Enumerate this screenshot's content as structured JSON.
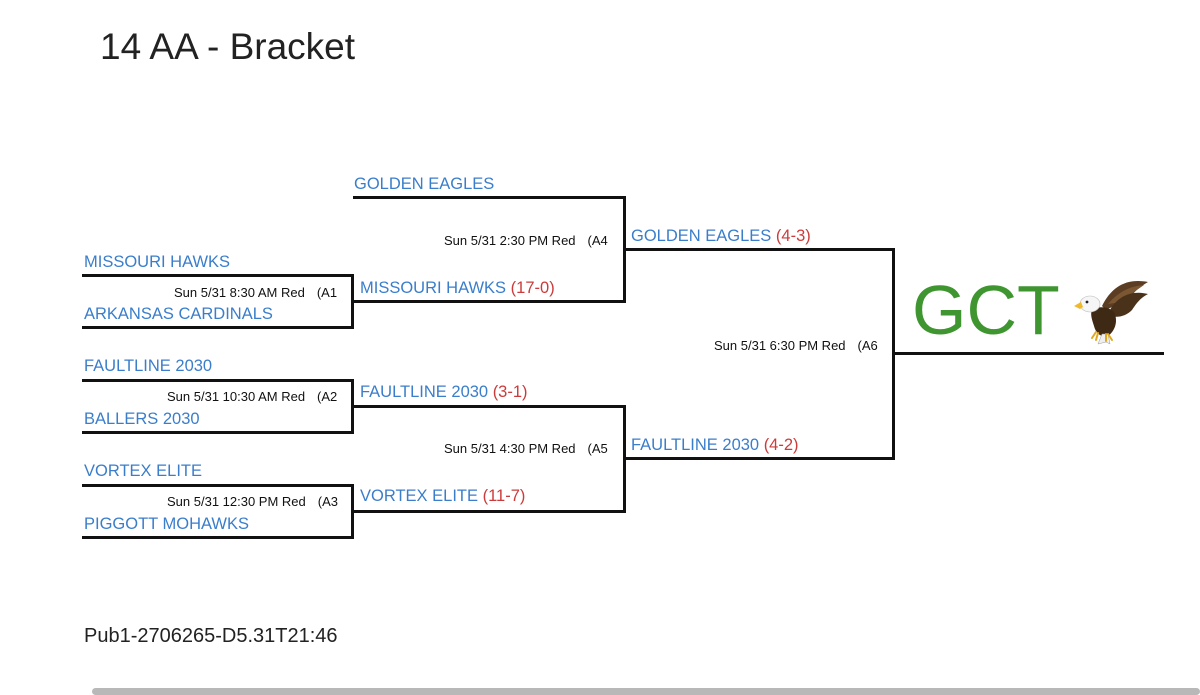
{
  "title": "14 AA - Bracket",
  "round1": {
    "game_a1": {
      "top_team": "MISSOURI HAWKS",
      "bottom_team": "ARKANSAS CARDINALS",
      "info": "Sun 5/31 8:30 AM Red",
      "id": "(A1"
    },
    "game_a2": {
      "top_team": "FAULTLINE 2030",
      "bottom_team": "BALLERS 2030",
      "info": "Sun 5/31 10:30 AM Red",
      "id": "(A2"
    },
    "game_a3": {
      "top_team": "VORTEX ELITE",
      "bottom_team": "PIGGOTT MOHAWKS",
      "info": "Sun 5/31 12:30 PM Red",
      "id": "(A3"
    }
  },
  "round2": {
    "bye_team": "GOLDEN EAGLES",
    "a1_winner": {
      "team": "MISSOURI HAWKS",
      "score": "(17-0)"
    },
    "a2_winner": {
      "team": "FAULTLINE 2030",
      "score": "(3-1)"
    },
    "a3_winner": {
      "team": "VORTEX ELITE",
      "score": "(11-7)"
    },
    "game_a4": {
      "info": "Sun 5/31 2:30 PM Red",
      "id": "(A4"
    },
    "game_a5": {
      "info": "Sun 5/31 4:30 PM Red",
      "id": "(A5"
    }
  },
  "round3": {
    "a4_winner": {
      "team": "GOLDEN EAGLES",
      "score": "(4-3)"
    },
    "a5_winner": {
      "team": "FAULTLINE 2030",
      "score": "(4-2)"
    },
    "game_a6": {
      "info": "Sun 5/31 6:30 PM Red",
      "id": "(A6"
    }
  },
  "champion_logo": {
    "text": "GCT",
    "icon": "eagle-icon",
    "color": "#3f9631"
  },
  "colors": {
    "team": "#3a7ecb",
    "score": "#cc3b3b",
    "lines": "#111111"
  },
  "footer": "Pub1-2706265-D5.31T21:46"
}
